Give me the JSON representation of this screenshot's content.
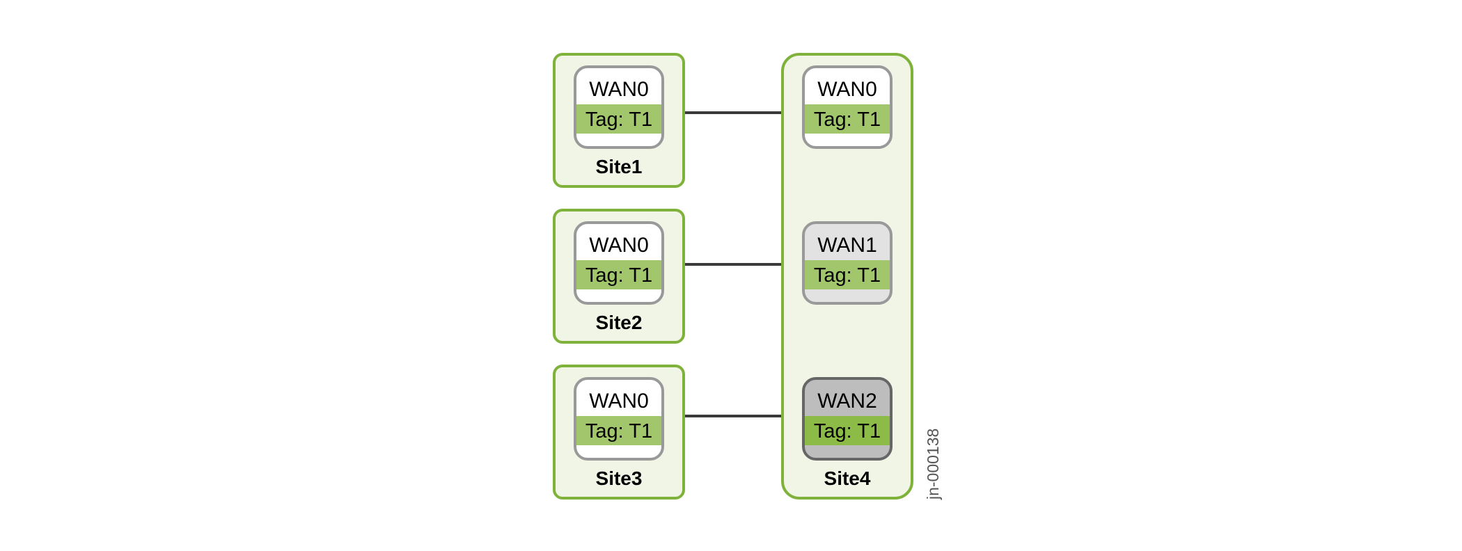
{
  "colors": {
    "site_border": "#7fb23a",
    "site_fill": "#f1f5e6",
    "tag_band": "#a2c66b",
    "tag_band_dark": "#8cbb48",
    "wan_border": "#999999",
    "wan_border_dark": "#666666",
    "wan_fill_white": "#ffffff",
    "wan_fill_light": "#e2e2e2",
    "wan_fill_mid": "#bdbdbd",
    "link": "#3a3a3a",
    "figure_id": "#555555"
  },
  "sites": [
    {
      "label": "Site1",
      "wans": [
        {
          "name": "WAN0",
          "tag": "Tag: T1",
          "fill": "#ffffff"
        }
      ]
    },
    {
      "label": "Site2",
      "wans": [
        {
          "name": "WAN0",
          "tag": "Tag: T1",
          "fill": "#ffffff"
        }
      ]
    },
    {
      "label": "Site3",
      "wans": [
        {
          "name": "WAN0",
          "tag": "Tag: T1",
          "fill": "#ffffff"
        }
      ]
    },
    {
      "label": "Site4",
      "wans": [
        {
          "name": "WAN0",
          "tag": "Tag: T1",
          "fill": "#ffffff"
        },
        {
          "name": "WAN1",
          "tag": "Tag: T1",
          "fill": "#e2e2e2"
        },
        {
          "name": "WAN2",
          "tag": "Tag: T1",
          "fill": "#bdbdbd"
        }
      ]
    }
  ],
  "links": [
    {
      "from": "Site1.WAN0",
      "to": "Site4.WAN0"
    },
    {
      "from": "Site2.WAN0",
      "to": "Site4.WAN1"
    },
    {
      "from": "Site3.WAN0",
      "to": "Site4.WAN2"
    }
  ],
  "figure_id": "jn-000138"
}
